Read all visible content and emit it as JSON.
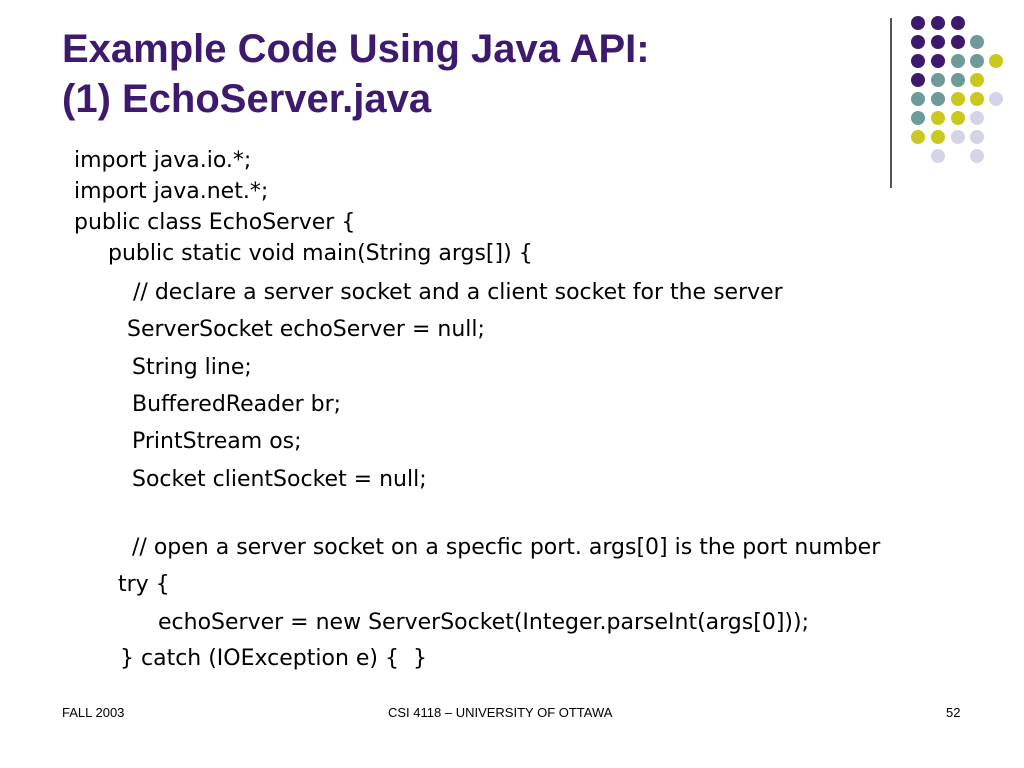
{
  "slide": {
    "title": {
      "line1": "Example Code Using Java API:",
      "line2": "(1) EchoServer.java"
    },
    "code_lines": [
      "import java.io.*;",
      "import java.net.*;",
      "public class EchoServer {",
      "public static void main(String args[]) {",
      "// declare a server socket and a client socket for the server",
      "ServerSocket echoServer = null;",
      "String line;",
      "BufferedReader br;",
      "PrintStream os;",
      "Socket clientSocket = null;",
      "// open a server socket on a specfic port. args[0] is the port number",
      "try {",
      "echoServer = new ServerSocket(Integer.parseInt(args[0]));",
      "} catch (IOException e) {  }"
    ],
    "footer": {
      "left": "FALL 2003",
      "center": "CSI 4118 – UNIVERSITY OF OTTAWA",
      "right": "52"
    },
    "colors": {
      "title": "#3d1a6e",
      "dot_purple": "#3d1a6e",
      "dot_teal": "#6e9a9a",
      "dot_yellow": "#c8c81e",
      "dot_lavender": "#d4d4e8"
    }
  }
}
